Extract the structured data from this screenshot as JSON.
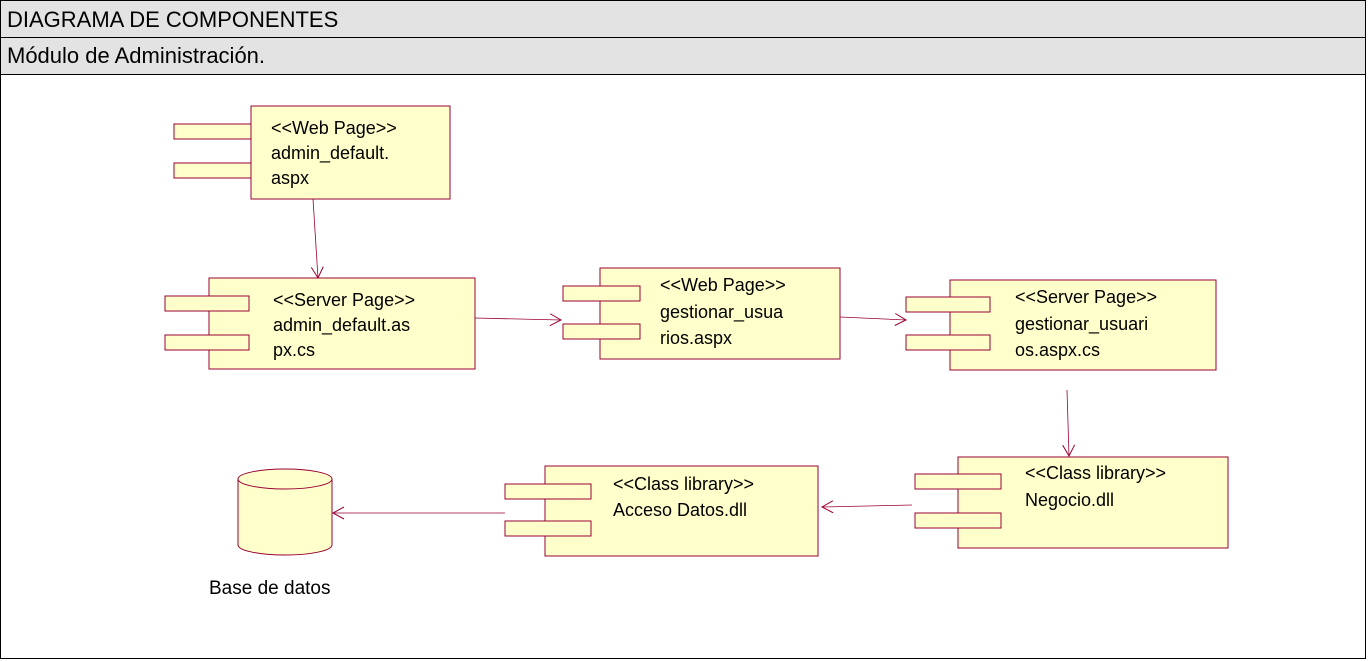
{
  "header": {
    "title": "DIAGRAMA DE COMPONENTES",
    "subtitle": "Módulo de Administración."
  },
  "components": [
    {
      "id": "c1",
      "stereotype": "<<Web Page>>",
      "name_lines": [
        "admin_default.",
        "aspx"
      ]
    },
    {
      "id": "c2",
      "stereotype": "<<Server Page>>",
      "name_lines": [
        "admin_default.as",
        "px.cs"
      ]
    },
    {
      "id": "c3",
      "stereotype": "<<Web Page>>",
      "name_lines": [
        "gestionar_usua",
        "rios.aspx"
      ]
    },
    {
      "id": "c4",
      "stereotype": "<<Server Page>>",
      "name_lines": [
        "gestionar_usuari",
        "os.aspx.cs"
      ]
    },
    {
      "id": "c5",
      "stereotype": "<<Class library>>",
      "name_lines": [
        "Negocio.dll"
      ]
    },
    {
      "id": "c6",
      "stereotype": "<<Class library>>",
      "name_lines": [
        "Acceso Datos.dll"
      ]
    }
  ],
  "database": {
    "label": "Base de datos"
  },
  "dependencies": [
    {
      "from": "c1",
      "to": "c2"
    },
    {
      "from": "c2",
      "to": "c3"
    },
    {
      "from": "c3",
      "to": "c4"
    },
    {
      "from": "c4",
      "to": "c5"
    },
    {
      "from": "c5",
      "to": "c6"
    },
    {
      "from": "c6",
      "to": "database"
    }
  ],
  "colors": {
    "fill": "#ffffcc",
    "stroke": "#990033",
    "arrow": "#990033"
  }
}
